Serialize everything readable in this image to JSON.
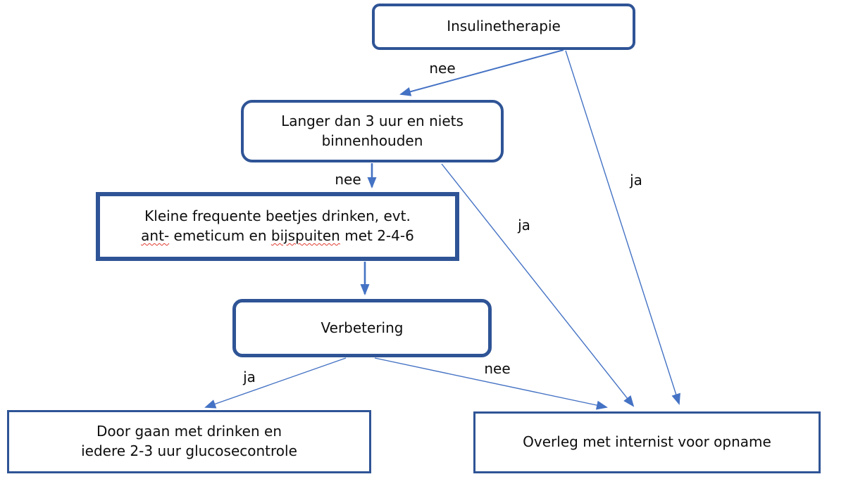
{
  "nodes": {
    "insulinetherapie": {
      "label": "Insulinetherapie"
    },
    "langer": {
      "lines": [
        "Langer dan 3 uur en niets",
        "binnenhouden"
      ]
    },
    "kleine": {
      "line1": "Kleine frequente beetjes drinken, evt.",
      "line2": [
        "ant-",
        " emeticum en ",
        "bijspuiten",
        " met 2-4-6"
      ]
    },
    "verbetering": {
      "label": "Verbetering"
    },
    "doorgaan": {
      "lines": [
        "Door gaan met drinken en",
        "iedere 2-3 uur glucosecontrole"
      ]
    },
    "overleg": {
      "label": "Overleg met internist voor opname"
    }
  },
  "edge_labels": {
    "insuline_nee": "nee",
    "insuline_ja": "ja",
    "langer_nee": "nee",
    "langer_ja": "ja",
    "verbetering_ja": "ja",
    "verbetering_nee": "nee"
  },
  "colors": {
    "node_border": "#2f5496",
    "arrow": "#4472c4",
    "spellcheck_underline": "#e03c31",
    "text": "#0d0d0d",
    "background": "#ffffff"
  }
}
